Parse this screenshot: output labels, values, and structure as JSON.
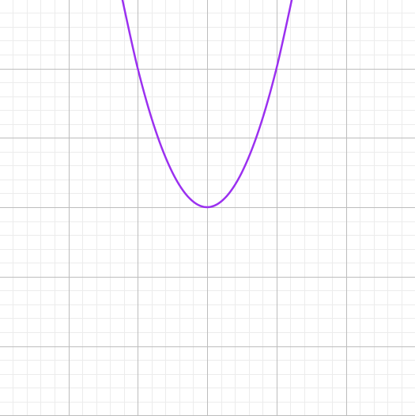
{
  "chart_data": {
    "type": "line",
    "title": "",
    "xlabel": "",
    "ylabel": "",
    "xlim": [
      -3,
      3
    ],
    "ylim": [
      -3,
      3
    ],
    "grid": true,
    "minor_grid_per_major": 5,
    "series": [
      {
        "color": "#9b30f0",
        "x": [
          -1.25,
          -1.0,
          -0.75,
          -0.5,
          -0.25,
          0,
          0.25,
          0.5,
          0.75,
          1.0,
          1.25
        ],
        "y": [
          3.125,
          2.0,
          1.125,
          0.5,
          0.125,
          0,
          0.125,
          0.5,
          1.125,
          2.0,
          3.125
        ]
      }
    ]
  },
  "colors": {
    "major_grid": "#bdbdbd",
    "minor_grid": "#ececec",
    "background": "#ffffff"
  }
}
